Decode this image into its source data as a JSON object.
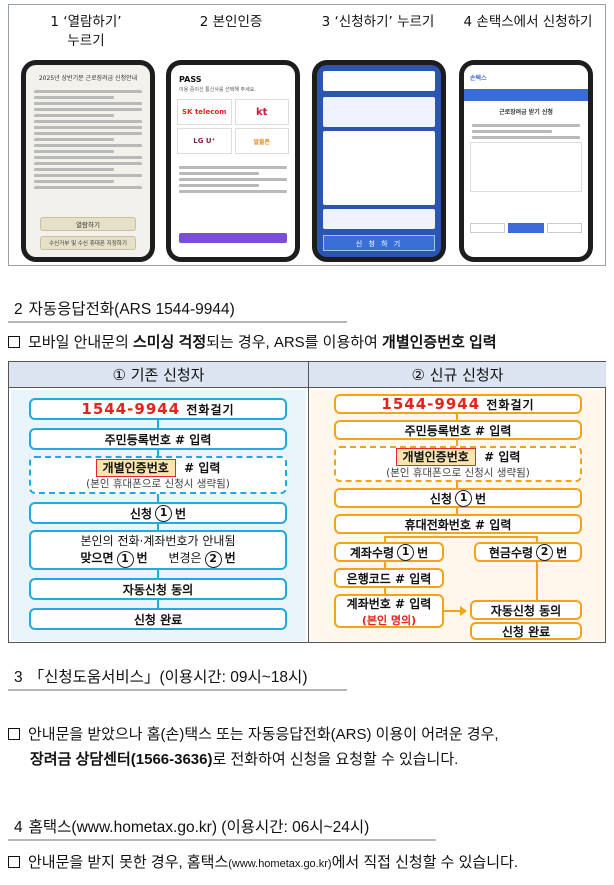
{
  "steps": [
    {
      "label": "1 ‘열람하기’\n누르기"
    },
    {
      "label": "2 본인인증"
    },
    {
      "label": "3 ‘신청하기’ 누르기"
    },
    {
      "label": "4 손택스에서 신청하기"
    }
  ],
  "phones": {
    "p1": {
      "title": "2025년 상반기분 근로장려금 신청안내",
      "btn_view": "열람하기",
      "btn_refuse": "수신거부 및 수신 휴대폰 지정하기"
    },
    "p2": {
      "brand": "PASS",
      "subtitle": "이용 중이신 통신사를 선택해 주세요.",
      "skt": "SK telecom",
      "kt": "kt",
      "lgu": "LG U⁺",
      "mvno": "알뜰폰"
    },
    "p3": {
      "apply": "신 청 하 기"
    },
    "p4": {
      "brand": "손택스",
      "title": "근로장려금 받기 신청"
    }
  },
  "section2": {
    "heading_num": "2",
    "heading": "자동응답전화(ARS  1544-9944)",
    "para_prefix": "모바일 안내문의",
    "para_bold1": "스미싱 걱정",
    "para_mid": "되는 경우, ARS를 이용하여",
    "para_bold2": "개별인증번호 입력"
  },
  "ars": {
    "col_existing": "① 기존 신청자",
    "col_new": "② 신규 신청자",
    "left": {
      "call": "1544-9944",
      "call_suffix": "전화걸기",
      "resident": "주민등록번호 # 입력",
      "auth": "개별인증번호",
      "auth_suffix": "# 입력",
      "auth_note": "(본인 휴대폰으로 신청시 생략됨)",
      "apply": "신청",
      "apply_num": "1",
      "apply_suffix": "번",
      "guide": "본인의 전화·계좌번호가 안내됨",
      "match": "맞으면",
      "match_num": "1",
      "match_suffix": "번",
      "change": "변경은",
      "change_num": "2",
      "change_suffix": "번",
      "agree": "자동신청 동의",
      "done": "신청 완료"
    },
    "right": {
      "call": "1544-9944",
      "call_suffix": "전화걸기",
      "resident": "주민등록번호 # 입력",
      "auth": "개별인증번호",
      "auth_suffix": "# 입력",
      "auth_note": "(본인 휴대폰으로 신청시 생략됨)",
      "apply": "신청",
      "apply_num": "1",
      "apply_suffix": "번",
      "mobile": "휴대전화번호 # 입력",
      "account": "계좌수령",
      "account_num": "1",
      "account_suffix": "번",
      "cash": "현금수령",
      "cash_num": "2",
      "cash_suffix": "번",
      "bank": "은행코드 # 입력",
      "acct_no": "계좌번호 # 입력",
      "acct_note": "(본인 명의)",
      "agree": "자동신청 동의",
      "done": "신청 완료"
    }
  },
  "section3": {
    "heading_num": "3",
    "heading": "「신청도움서비스」(이용시간:    09시~18시)",
    "para_line1": "안내문을 받았으나 홈(손)택스 또는 자동응답전화(ARS) 이용이 어려운 경우,",
    "para_bold": "장려금 상담센터(1566-3636)",
    "para_line2": "로 전화하여 신청을 요청할 수 있습니다."
  },
  "section4": {
    "heading_num": "4",
    "heading": "홈택스(www.hometax.go.kr) (이용시간:  06시~24시)",
    "para_prefix": "안내문을 받지 못한 경우, 홈택스",
    "para_small": "(www.hometax.go.kr)",
    "para_suffix": "에서 직접 신청할 수 있습니다."
  },
  "colors": {
    "left_flow": "#23a9de",
    "right_flow": "#f4a21a",
    "table_head": "#dbe4f0",
    "highlight_red": "#e0261b"
  }
}
